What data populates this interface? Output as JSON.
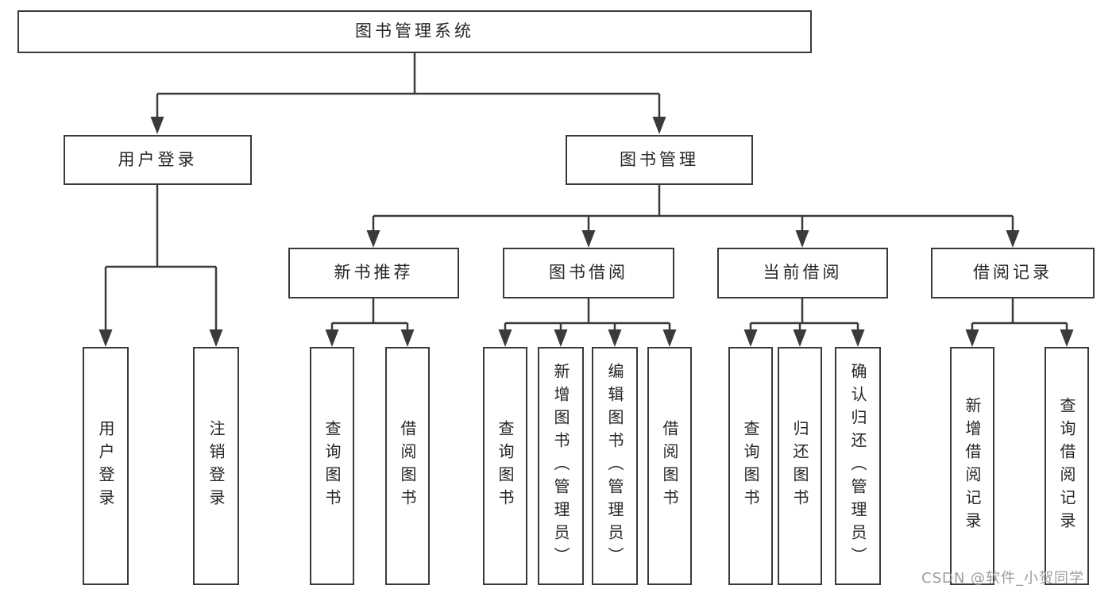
{
  "tree": {
    "root": {
      "label": "图书管理系统"
    },
    "branches": [
      {
        "label": "用户登录",
        "children": [
          {
            "label": "用户登录"
          },
          {
            "label": "注销登录"
          }
        ]
      },
      {
        "label": "图书管理",
        "children": [
          {
            "label": "新书推荐",
            "children": [
              {
                "label": "查询图书"
              },
              {
                "label": "借阅图书"
              }
            ]
          },
          {
            "label": "图书借阅",
            "children": [
              {
                "label": "查询图书"
              },
              {
                "label": "新增图书（管理员）"
              },
              {
                "label": "编辑图书（管理员）"
              },
              {
                "label": "借阅图书"
              }
            ]
          },
          {
            "label": "当前借阅",
            "children": [
              {
                "label": "查询图书"
              },
              {
                "label": "归还图书"
              },
              {
                "label": "确认归还（管理员）"
              }
            ]
          },
          {
            "label": "借阅记录",
            "children": [
              {
                "label": "新增借阅记录"
              },
              {
                "label": "查询借阅记录"
              }
            ]
          }
        ]
      }
    ]
  },
  "watermark": "CSDN @软件_小贺同学",
  "colors": {
    "line": "#3a3a3a",
    "text": "#262626",
    "background": "#ffffff",
    "watermark": "#9c9c9c"
  }
}
